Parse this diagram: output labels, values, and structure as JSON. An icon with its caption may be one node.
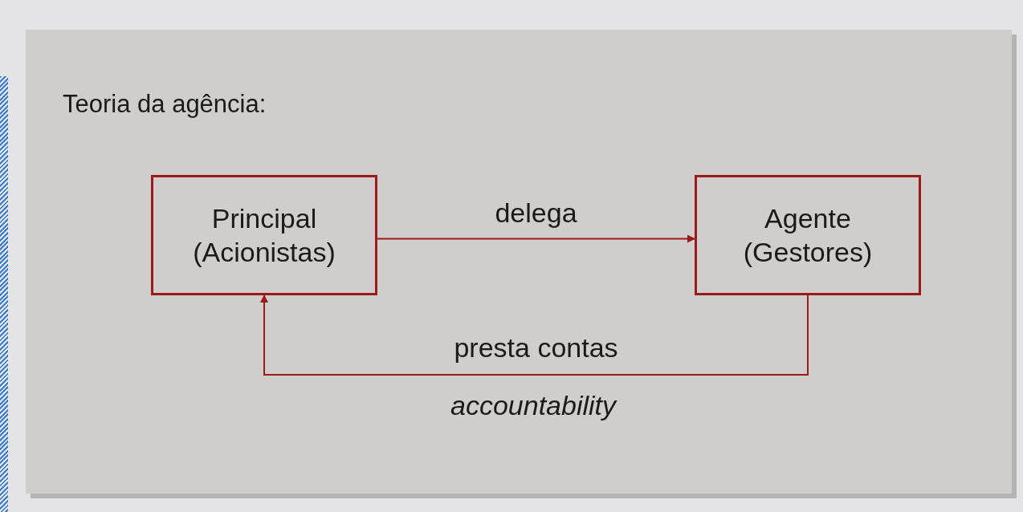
{
  "diagram": {
    "title": "Teoria da agência:",
    "nodes": [
      {
        "text": [
          "Principal (Acionistas)"
        ]
      },
      {
        "text": [
          "Agente (Gestores)"
        ]
      }
    ],
    "edges": [
      {
        "from": 0,
        "to": 1,
        "arrow": "to",
        "label": "delega"
      },
      {
        "from": 1,
        "to": 0,
        "arrow": "to",
        "label": "presta contas"
      }
    ],
    "labels": [
      "accountability"
    ]
  }
}
